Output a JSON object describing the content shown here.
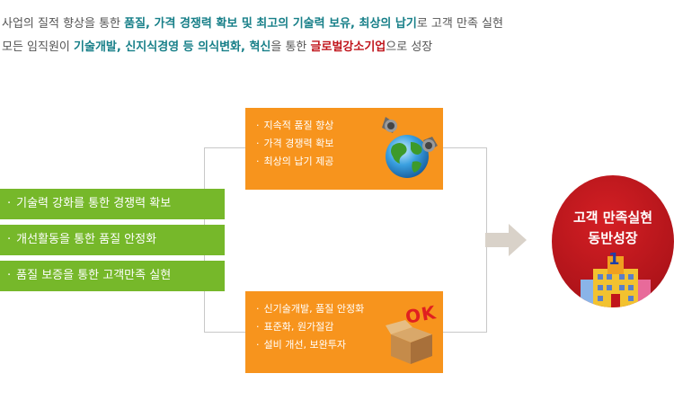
{
  "intro": {
    "line1": [
      {
        "text": "사업의 질적 향상을 통한 ",
        "style": "plain"
      },
      {
        "text": "품질, 가격 경쟁력 확보 및 최고의  기술력 보유, 최상의 납기",
        "style": "hl-teal"
      },
      {
        "text": "로 고객 만족 실현",
        "style": "plain"
      }
    ],
    "line2": [
      {
        "text": "모든 임직원이 ",
        "style": "plain"
      },
      {
        "text": "기술개발, 신지식경영 등 의식변화, 혁신",
        "style": "hl-teal"
      },
      {
        "text": "을 통한 ",
        "style": "plain"
      },
      {
        "text": "글로벌강소기업",
        "style": "hl-red"
      },
      {
        "text": "으로 성장",
        "style": "plain"
      }
    ]
  },
  "bullet": "·",
  "left_items": [
    "기술력 강화를 통한 경쟁력 확보",
    "개선활동을 통한 품질 안정화",
    "품질 보증을 통한 고객만족 실현"
  ],
  "top_box": [
    "지속적 품질 향상",
    "가격 경쟁력 확보",
    "최상의 납기 제공"
  ],
  "bottom_box": [
    "신기술개발, 품질 안정화",
    "표준화, 원가절감",
    "설비 개선, 보완투자"
  ],
  "ok_label": "OK",
  "goal": {
    "line1": "고객 만족실현",
    "line2": "동반성장"
  },
  "building_number": "1",
  "colors": {
    "green": "#76b82a",
    "orange": "#f7941d",
    "red": "#c0141b",
    "teal": "#177f88",
    "arrow": "#d9d2c9"
  }
}
